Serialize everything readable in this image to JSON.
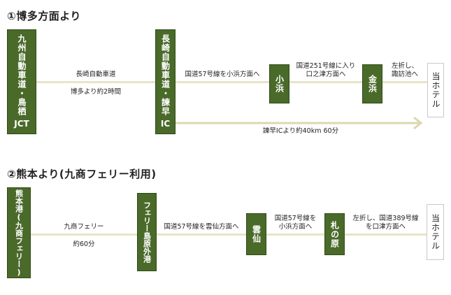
{
  "route1": {
    "heading": "①博多方面より",
    "start_box": "九州自動車道・鳥栖",
    "start_suffix": "JCT",
    "seg1_label": "長崎自動車道",
    "seg1_sub": "博多より約2時間",
    "box2": "長崎自動車道・諫早",
    "box2_suffix": "IC",
    "seg2_label": "国道57号線を小浜方面へ",
    "box3": "小浜",
    "seg3_label_1": "国道251号線に入り",
    "seg3_label_2": "口之津方面へ",
    "box4": "金浜",
    "seg4_label_1": "左折し、",
    "seg4_label_2": "諏訪池へ",
    "hotel": "当ホテル",
    "direct_label": "諫早ICより約40km 60分"
  },
  "route2": {
    "heading": "②熊本より(九商フェリー利用)",
    "start_box": "熊本港(九商フェリー)",
    "seg1_label": "九商フェリー",
    "seg1_sub": "約60分",
    "box2": "フェリー島原外港",
    "seg2_label": "国道57号線を雲仙方面へ",
    "box3": "雲仙",
    "seg3_label_1": "国道57号線を",
    "seg3_label_2": "小浜方面へ",
    "box4": "札の原",
    "seg4_label_1": "左折し、国道389号線",
    "seg4_label_2": "を口津方面へ",
    "hotel": "当ホテル"
  },
  "colors": {
    "box_fill": "#4a6a2a",
    "line": "#e8e4c8",
    "arrow": "#ddd7b0"
  }
}
